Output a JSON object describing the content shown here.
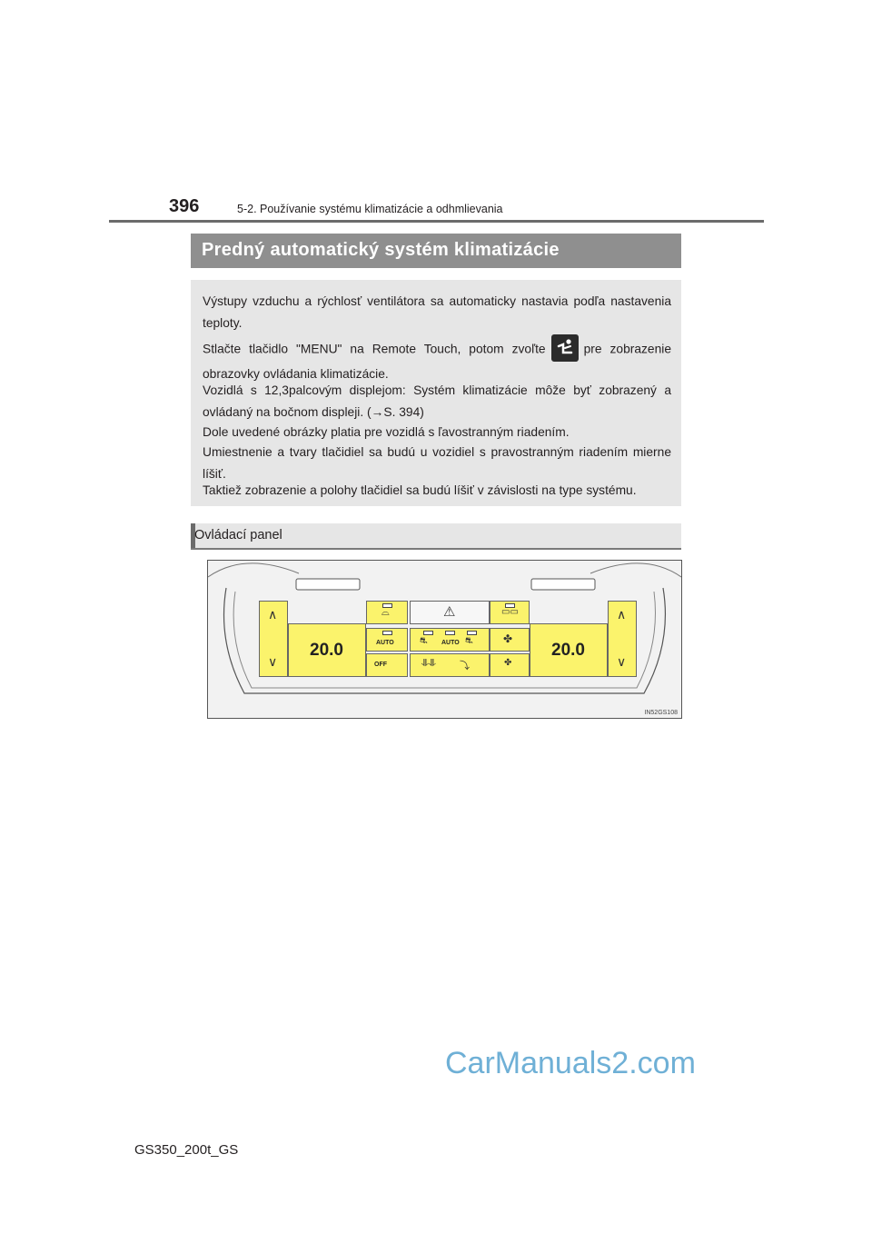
{
  "header": {
    "page_number": "396",
    "chapter": "5-2. Používanie systému klimatizácie a odhmlievania"
  },
  "section": {
    "title": "Predný automatický systém klimatizácie"
  },
  "info": {
    "p1": "Výstupy vzduchu a rýchlosť ventilátora sa automaticky nastavia podľa nastavenia teploty.",
    "p2_before": "Stlačte tlačidlo \"MENU\" na Remote Touch, potom zvoľte",
    "p2_after": "pre zobrazenie obrazovky ovládania klimatizácie.",
    "p3": "Vozidlá s 12,3palcovým displejom: Systém klimatizácie môže byť zobrazený a ovládaný na bočnom displeji. (→S. 394)",
    "p4": "Dole uvedené obrázky platia pre vozidlá s ľavostranným riadením.",
    "p5": "Umiestnenie a tvary tlačidiel sa budú u vozidiel s pravostranným riadením mierne líšiť.",
    "p6": "Taktiež zobrazenie a polohy tlačidiel sa budú líšiť v závislosti na type systému."
  },
  "subsection": {
    "title": "Ovládací panel"
  },
  "panel": {
    "left_temp": "20.0",
    "right_temp": "20.0",
    "auto_label": "AUTO",
    "auto_center_label": "AUTO",
    "off_label": "OFF",
    "figure_code": "IN52GS108",
    "highlight_color": "#fbf36c"
  },
  "footer": {
    "model": "GS350_200t_GS",
    "watermark": "CarManuals2.com"
  }
}
